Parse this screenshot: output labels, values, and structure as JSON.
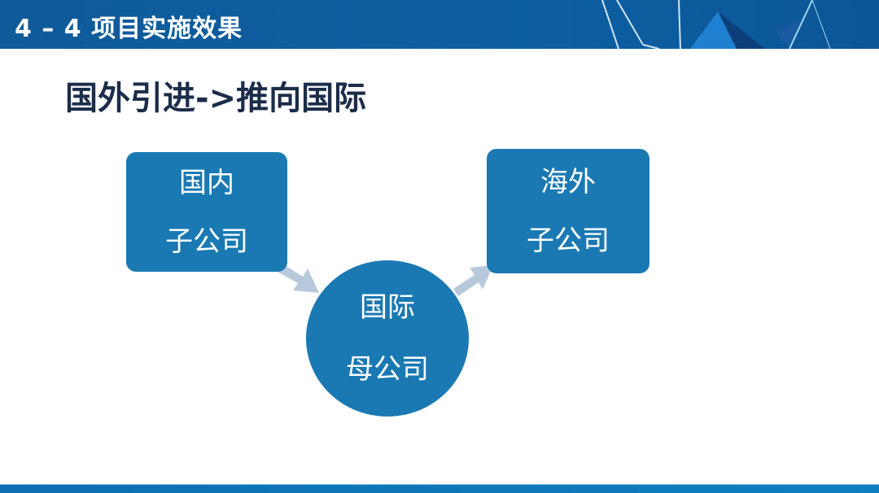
{
  "header": {
    "title": "4 – 4 项目实施效果"
  },
  "slide": {
    "subtitle": "国外引进->推向国际"
  },
  "diagram": {
    "domestic": {
      "line1": "国内",
      "line2": "子公司"
    },
    "parent": {
      "line1": "国际",
      "line2": "母公司"
    },
    "overseas": {
      "line1": "海外",
      "line2": "子公司"
    }
  },
  "colors": {
    "header": "#0f5a99",
    "node": "#1a79b3",
    "arrow": "#b8c9dc",
    "title": "#1c2d4a"
  }
}
